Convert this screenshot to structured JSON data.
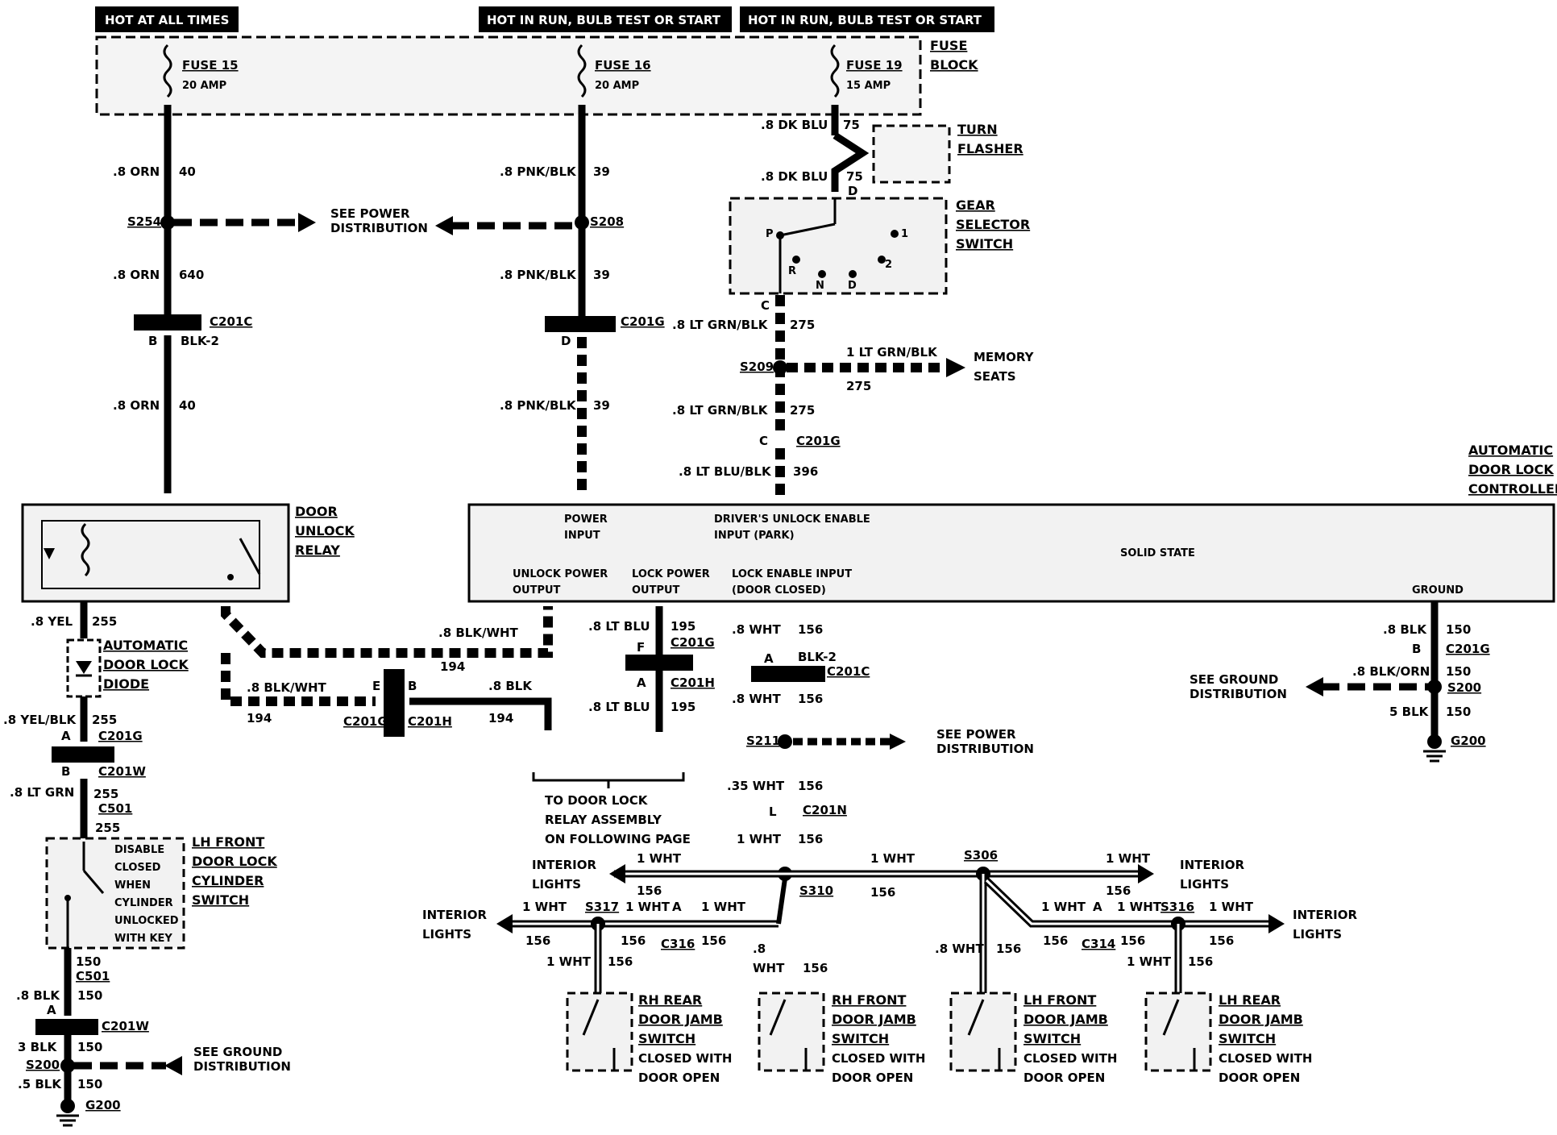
{
  "headers": {
    "hot_all_times": "HOT AT ALL TIMES",
    "hot_run_1": "HOT IN RUN, BULB TEST OR START",
    "hot_run_2": "HOT IN RUN, BULB TEST OR START"
  },
  "fuse_block": {
    "label_1": "FUSE",
    "label_2": "BLOCK",
    "fuse15_name": "FUSE 15",
    "fuse15_amp": "20 AMP",
    "fuse16_name": "FUSE 16",
    "fuse16_amp": "20 AMP",
    "fuse19_name": "FUSE 19",
    "fuse19_amp": "15 AMP"
  },
  "components": {
    "turn_flasher_1": "TURN",
    "turn_flasher_2": "FLASHER",
    "gear_selector_1": "GEAR",
    "gear_selector_2": "SELECTOR",
    "gear_selector_3": "SWITCH",
    "memory_seats_1": "MEMORY",
    "memory_seats_2": "SEATS",
    "adlc_1": "AUTOMATIC",
    "adlc_2": "DOOR LOCK",
    "adlc_3": "CONTROLLER",
    "door_unlock_relay_1": "DOOR",
    "door_unlock_relay_2": "UNLOCK",
    "door_unlock_relay_3": "RELAY",
    "diode_1": "AUTOMATIC",
    "diode_2": "DOOR LOCK",
    "diode_3": "DIODE",
    "lh_cyl_1": "LH FRONT",
    "lh_cyl_2": "DOOR LOCK",
    "lh_cyl_3": "CYLINDER",
    "lh_cyl_4": "SWITCH",
    "rh_rear_jamb_1": "RH REAR",
    "rh_front_jamb_1": "RH FRONT",
    "lh_front_jamb_1": "LH FRONT",
    "lh_rear_jamb_1": "LH REAR",
    "jamb_2": "DOOR JAMB",
    "jamb_3": "SWITCH",
    "jamb_4": "CLOSED WITH",
    "jamb_5": "DOOR OPEN"
  },
  "controller": {
    "power_input_1": "POWER",
    "power_input_2": "INPUT",
    "driver_unlock_1": "DRIVER'S UNLOCK ENABLE",
    "driver_unlock_2": "INPUT (PARK)",
    "solid_state": "SOLID STATE",
    "unlock_power_1": "UNLOCK POWER",
    "unlock_power_2": "OUTPUT",
    "lock_power_1": "LOCK POWER",
    "lock_power_2": "OUTPUT",
    "lock_enable_1": "LOCK ENABLE INPUT",
    "lock_enable_2": "(DOOR CLOSED)",
    "ground": "GROUND"
  },
  "cylinder_switch_text": {
    "l1": "DISABLE",
    "l2": "CLOSED",
    "l3": "WHEN",
    "l4": "CYLINDER",
    "l5": "UNLOCKED",
    "l6": "WITH KEY"
  },
  "gear_positions": {
    "p": "P",
    "r": "R",
    "n": "N",
    "d": "D",
    "two": "2",
    "one": "1"
  },
  "wires": {
    "orn_08": ".8 ORN",
    "c40": "40",
    "c640": "640",
    "pnkblk_08": ".8 PNK/BLK",
    "c39": "39",
    "dkblu_08": ".8 DK BLU",
    "c75": "75",
    "ltgrnblk_08": ".8 LT GRN/BLK",
    "c275": "275",
    "ltgrnblk_1": "1 LT GRN/BLK",
    "ltblublk_08": ".8 LT BLU/BLK",
    "c396": "396",
    "yel_08": ".8 YEL",
    "c255": "255",
    "yelblk_08": ".8 YEL/BLK",
    "ltgrn_08": ".8 LT GRN",
    "blkwht_08": ".8 BLK/WHT",
    "c194": "194",
    "blk_08": ".8 BLK",
    "ltblu_08": ".8 LT BLU",
    "c195": "195",
    "wht_08": ".8 WHT",
    "c156": "156",
    "wht_035": ".35 WHT",
    "wht_1": "1 WHT",
    "wht_dot8": ".8",
    "wht_word": "WHT",
    "blkorn_08": ".8 BLK/ORN",
    "c150": "150",
    "blk_5": "5 BLK",
    "blk_3": "3 BLK",
    "blk_05": ".5 BLK"
  },
  "splices": {
    "s254": "S254",
    "s208": "S208",
    "s209": "S209",
    "s211": "S211",
    "s200": "S200",
    "s310": "S310",
    "s306": "S306",
    "s317": "S317",
    "s316": "S316"
  },
  "connectors": {
    "c201c": "C201C",
    "c201g": "C201G",
    "c201h": "C201H",
    "c201w": "C201W",
    "c501": "C501",
    "c201n": "C201N",
    "c316": "C316",
    "c314": "C314",
    "blk2": "BLK-2",
    "pin_a": "A",
    "pin_b": "B",
    "pin_c": "C",
    "pin_d": "D",
    "pin_e": "E",
    "pin_f": "F",
    "pin_l": "L"
  },
  "grounds": {
    "g200": "G200"
  },
  "references": {
    "see_power_1": "SEE POWER",
    "see_power_2": "DISTRIBUTION",
    "see_ground_1": "SEE GROUND",
    "see_ground_2": "DISTRIBUTION",
    "interior_1": "INTERIOR",
    "interior_2": "LIGHTS",
    "relay_assembly_1": "TO DOOR LOCK",
    "relay_assembly_2": "RELAY ASSEMBLY",
    "relay_assembly_3": "ON FOLLOWING PAGE"
  }
}
